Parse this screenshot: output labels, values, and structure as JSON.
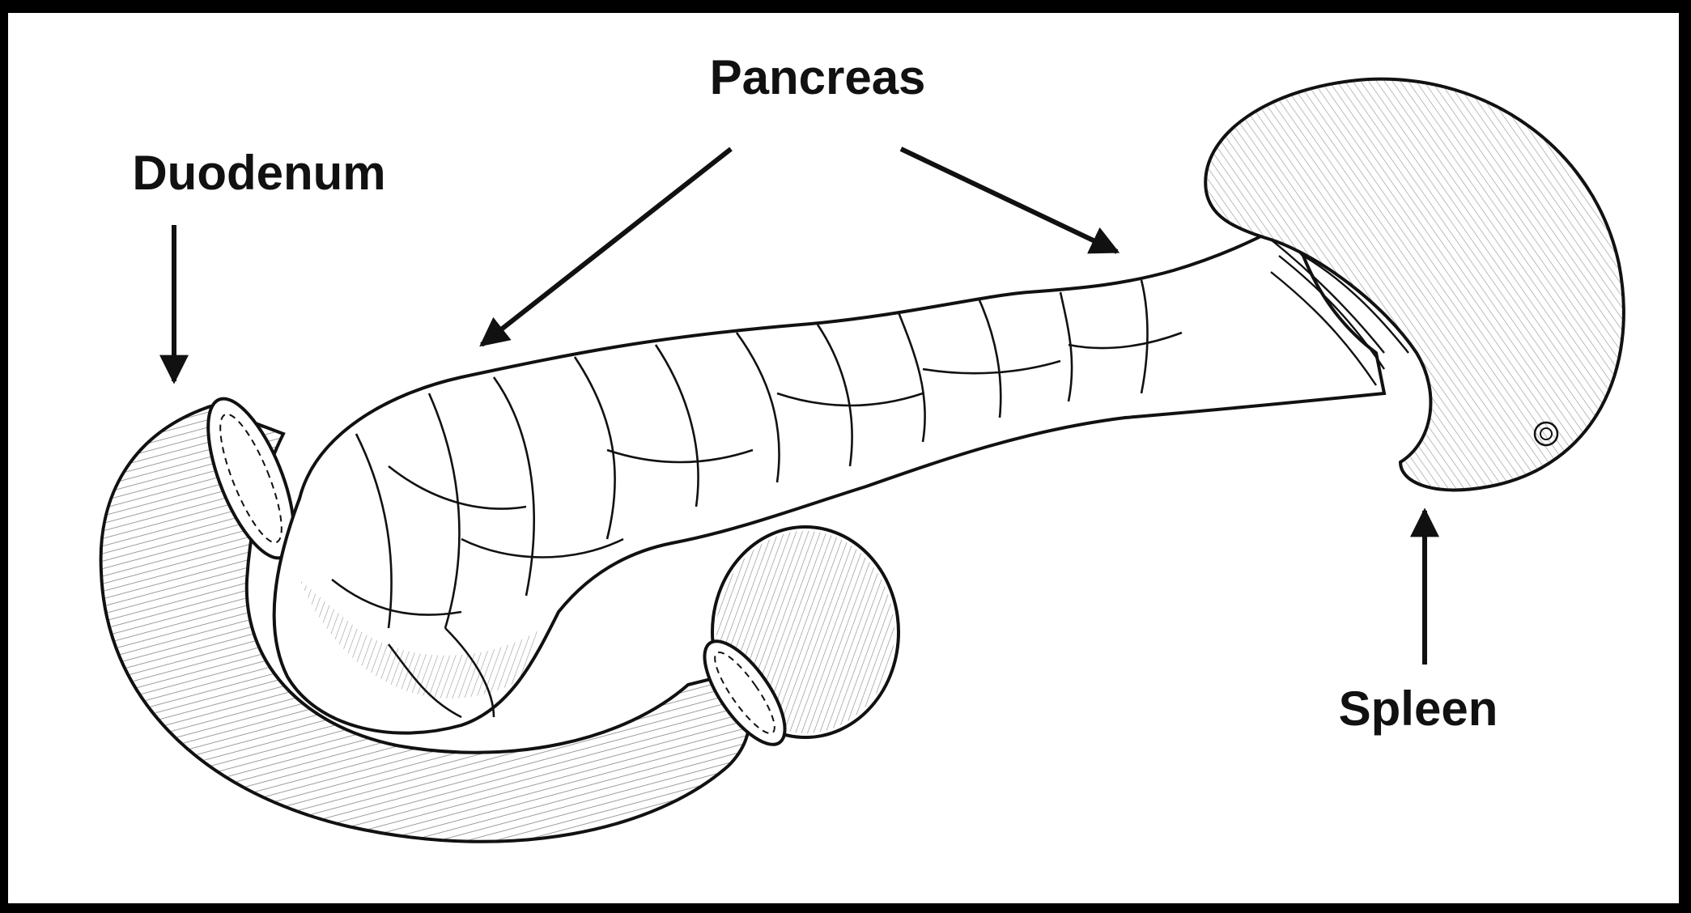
{
  "figure": {
    "labels": {
      "pancreas": "Pancreas",
      "duodenum": "Duodenum",
      "spleen": "Spleen"
    },
    "colors": {
      "frame": "#000000",
      "background": "#ffffff",
      "ink": "#111111"
    }
  }
}
